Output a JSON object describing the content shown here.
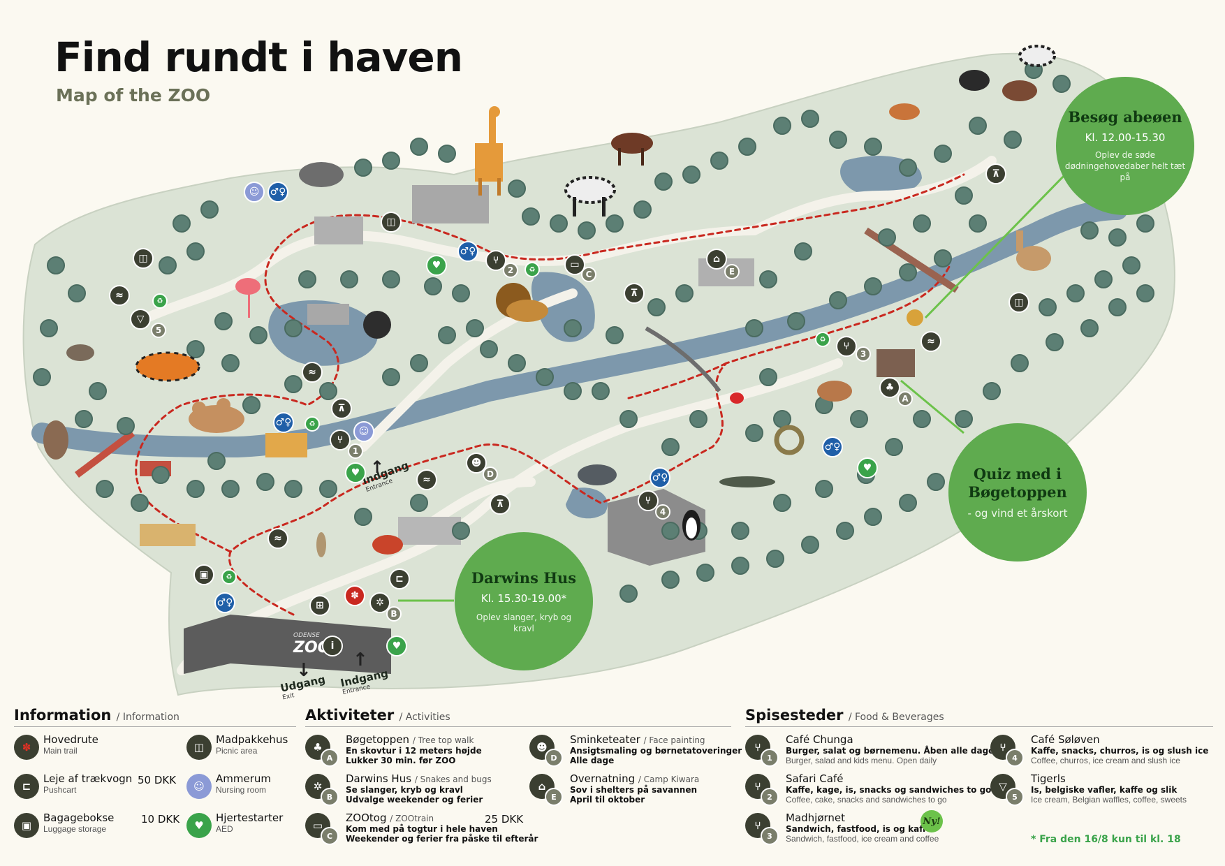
{
  "header": {
    "title": "Find rundt i haven",
    "subtitle": "Map of the ZOO"
  },
  "callouts": {
    "abeoen": {
      "title": "Besøg abeøen",
      "time": "Kl. 12.00-15.30",
      "text": "Oplev de søde dødningehovedaber helt tæt på"
    },
    "quiz": {
      "title": "Quiz med i Bøgetoppen",
      "text": "- og vind et årskort"
    },
    "darwin": {
      "title": "Darwins Hus",
      "time": "Kl. 15.30-19.00*",
      "text": "Oplev slanger, kryb og kravl"
    }
  },
  "map_labels": {
    "entrance_main": "Indgang",
    "entrance_main_en": "Entrance",
    "entrance_side": "Indgang",
    "entrance_side_en": "Entrance",
    "exit": "Udgang",
    "exit_en": "Exit",
    "building_sign": "ZOO",
    "building_sign_small": "ODENSE"
  },
  "map_markers": {
    "restaurants": [
      "1",
      "2",
      "3",
      "4",
      "5"
    ],
    "activities": [
      "A",
      "B",
      "C",
      "D",
      "E"
    ]
  },
  "icons": {
    "main_trail": "paw-icon",
    "pushcart": "pushcart-icon",
    "luggage": "luggage-icon",
    "picnic": "picnic-basket-icon",
    "nursing": "baby-icon",
    "aed": "heart-defibrillator-icon",
    "treetop": "tree-icon",
    "bugs": "bug-icon",
    "train": "train-icon",
    "face_paint": "face-paint-icon",
    "overnight": "bed-icon",
    "cutlery": "cutlery-icon",
    "icecream": "ice-cream-icon",
    "toilet": "toilet-icon",
    "recycle": "recycle-bin-icon",
    "info": "info-icon",
    "gift": "gift-icon",
    "seesaw": "playground-icon",
    "smoking": "smoking-area-icon"
  },
  "colors": {
    "grass": "#dbe3d5",
    "water": "#7d98ac",
    "path": "#f4f2ea",
    "trail": "#c9281f",
    "tree": "#5c7f74",
    "callout": "#5fab4f",
    "callout_title": "#103a12",
    "aed_green": "#3aa34a",
    "toilet_blue": "#1f5fa8"
  },
  "legend": {
    "information": {
      "heading": "Information",
      "heading_en": "/ Information",
      "items": [
        {
          "name": "Hovedrute",
          "en": "Main trail"
        },
        {
          "name": "Leje af trækvogn",
          "en": "Pushcart",
          "price": "50 DKK"
        },
        {
          "name": "Bagagebokse",
          "en": "Luggage storage",
          "price": "10 DKK"
        },
        {
          "name": "Madpakkehus",
          "en": "Picnic area"
        },
        {
          "name": "Ammerum",
          "en": "Nursing room"
        },
        {
          "name": "Hjertestarter",
          "en": "AED"
        }
      ]
    },
    "activities": {
      "heading": "Aktiviteter",
      "heading_en": "/ Activities",
      "items": [
        {
          "badge": "A",
          "name": "Bøgetoppen",
          "en": "/ Tree top walk",
          "line1": "En skovtur i 12 meters højde",
          "line2": "Lukker 30 min. før ZOO"
        },
        {
          "badge": "B",
          "name": "Darwins Hus",
          "en": "/ Snakes and bugs",
          "line1": "Se slanger, kryb og kravl",
          "line2": "Udvalge weekender og ferier"
        },
        {
          "badge": "C",
          "name": "ZOOtog",
          "en": "/ ZOOtrain",
          "price": "25 DKK",
          "line1": "Kom med på togtur i hele haven",
          "line2": "Weekender og ferier fra påske til efterår"
        },
        {
          "badge": "D",
          "name": "Sminketeater",
          "en": "/ Face painting",
          "line1": "Ansigtsmaling og børnetatoveringer",
          "line2": "Alle dage"
        },
        {
          "badge": "E",
          "name": "Overnatning",
          "en": "/ Camp Kiwara",
          "line1": "Sov i shelters på savannen",
          "line2": "April til oktober"
        }
      ]
    },
    "food": {
      "heading": "Spisesteder",
      "heading_en": "/ Food & Beverages",
      "items": [
        {
          "badge": "1",
          "name": "Café Chunga",
          "line1": "Burger, salat og børnemenu. Åben alle dage",
          "line2": "Burger, salad and kids menu. Open daily"
        },
        {
          "badge": "2",
          "name": "Safari Café",
          "line1": "Kaffe, kage, is, snacks og sandwiches to go",
          "line2": "Coffee, cake, snacks and sandwiches to go"
        },
        {
          "badge": "3",
          "name": "Madhjørnet",
          "line1": "Sandwich, fastfood, is og kaffe",
          "line2": "Sandwich, fastfood, ice cream and coffee"
        },
        {
          "badge": "4",
          "name": "Café Søløven",
          "line1": "Kaffe, snacks, churros, is og slush ice",
          "line2": "Coffee, churros, ice cream and slush ice"
        },
        {
          "badge": "5",
          "name": "Tigerls",
          "line1": "Is, belgiske vafler, kaffe og slik",
          "line2": "Ice cream, Belgian waffles, coffee, sweets"
        }
      ],
      "new_badge": "Ny!",
      "footnote": "* Fra den 16/8 kun til kl. 18"
    }
  }
}
